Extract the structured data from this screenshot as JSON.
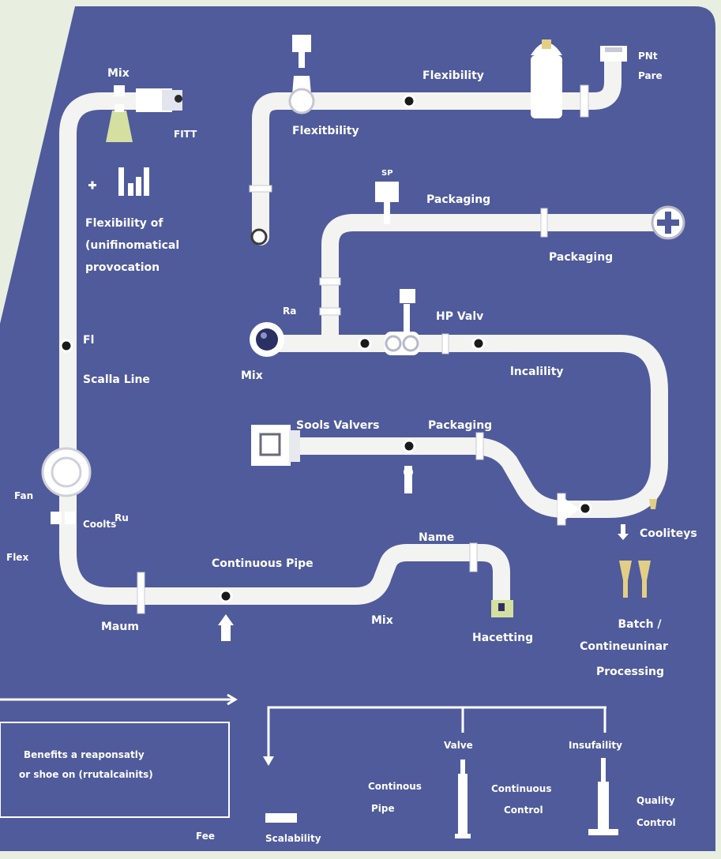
{
  "colors": {
    "panel": "#4f5b9b",
    "pipe": "#f3f3f1",
    "leaf_green": "#d5dfa0",
    "accent_yellow": "#e3cf84",
    "node": "#1a1a1a"
  },
  "labels": {
    "mix_top": "Mix",
    "fitt": "FITT",
    "flex_uni": [
      "Flexibility of",
      "(unifinomatical",
      "provocation"
    ],
    "fl": "Fl",
    "scalla_line": "Scalla Line",
    "fan": "Fan",
    "coolts": "Coolts",
    "ru": "Ru",
    "flex_left": "Flex",
    "maum": "Maum",
    "continuous_pipe": "Continuous Pipe",
    "mix_lower": "Mix",
    "name": "Name",
    "hacetting": "Hacetting",
    "flexibility_top": "Flexibility",
    "pnt_pare": [
      "PNt",
      "Pare"
    ],
    "flexitbility": "Flexitbility",
    "sp": "SP",
    "packaging_1": "Packaging",
    "packaging_2": "Packaging",
    "ra": "Ra",
    "mix_left": "Mix",
    "hp_valv": "HP Valv",
    "lncalility": "lncalility",
    "sools_valvers": "Sools Valvers",
    "packaging_3": "Packaging",
    "cooliteys": "Cooliteys",
    "batch": [
      "Batch /",
      "Contineuninar",
      "Processing"
    ],
    "benefits": [
      "Benefits a reaponsatly",
      "or shoe on (rrutalcainits)"
    ],
    "fee": "Fee",
    "scalability": "Scalability",
    "continous_pipe": [
      "Continous",
      "Pipe"
    ],
    "valve": "Valve",
    "continuous_control": [
      "Continuous",
      "Control"
    ],
    "insufaility": "Insufaility",
    "quality_control": [
      "Quality",
      "Control"
    ]
  },
  "icons": [
    "valve-icon",
    "bar-chart-icon",
    "tank-icon",
    "ball-valve-icon",
    "filter-housing-icon",
    "plus-icon",
    "flask-icon",
    "tap-icon",
    "meter-icon",
    "nozzle-icon",
    "hammer-icon"
  ]
}
